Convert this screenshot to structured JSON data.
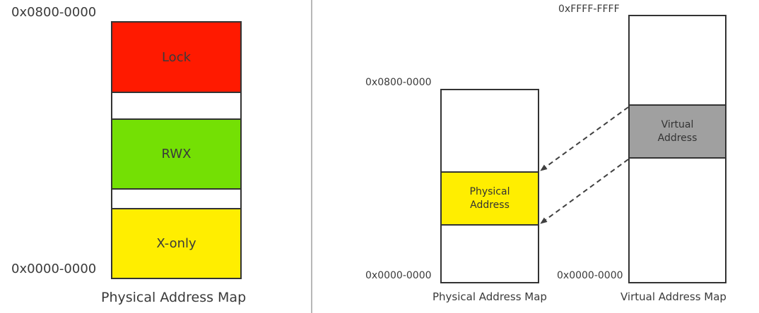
{
  "left_map": {
    "top_address": "0x0800-0000",
    "bottom_address": "0x0000-0000",
    "caption": "Physical Address Map",
    "regions": {
      "lock": {
        "label": "Lock",
        "color": "#ff1a00"
      },
      "rwx": {
        "label": "RWX",
        "color": "#74e004"
      },
      "x_only": {
        "label": "X-only",
        "color": "#ffee00"
      }
    }
  },
  "physical_map": {
    "top_address": "0x0800-0000",
    "bottom_address": "0x0000-0000",
    "caption": "Physical Address Map",
    "region": {
      "line1": "Physical",
      "line2": "Address",
      "color": "#ffee00"
    }
  },
  "virtual_map": {
    "top_address": "0xFFFF-FFFF",
    "bottom_address": "0x0000-0000",
    "caption": "Virtual Address Map",
    "region": {
      "line1": "Virtual",
      "line2": "Address",
      "color": "#a0a0a0"
    }
  },
  "colors": {
    "border": "#333333",
    "divider": "#b8b8b8",
    "arrow": "#404040"
  }
}
